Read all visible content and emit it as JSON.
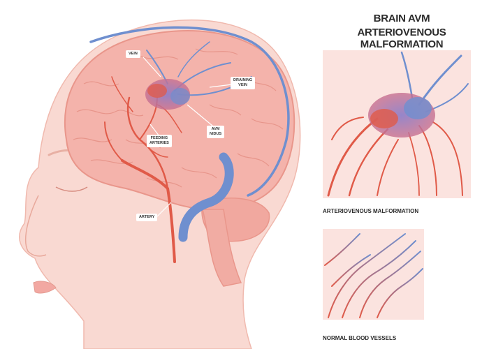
{
  "title": {
    "line1": "BRAIN AVM",
    "line2": "ARTERIOVENOUS MALFORMATION"
  },
  "labels": {
    "vein": "VEIN",
    "draining_vein": "DRAINING\nVEIN",
    "avm_nidus": "AVM\nNIDUS",
    "feeding_arteries": "FEEDING\nARTERIES",
    "artery": "ARTERY"
  },
  "captions": {
    "avm": "ARTERIOVENOUS MALFORMATION",
    "normal": "NORMAL BLOOD VESSELS"
  },
  "colors": {
    "artery": "#e05a48",
    "vein": "#6f8fcf",
    "skin": "#f9d9d2",
    "brain": "#f4b3ab",
    "panel_bg": "#fbe3df"
  }
}
